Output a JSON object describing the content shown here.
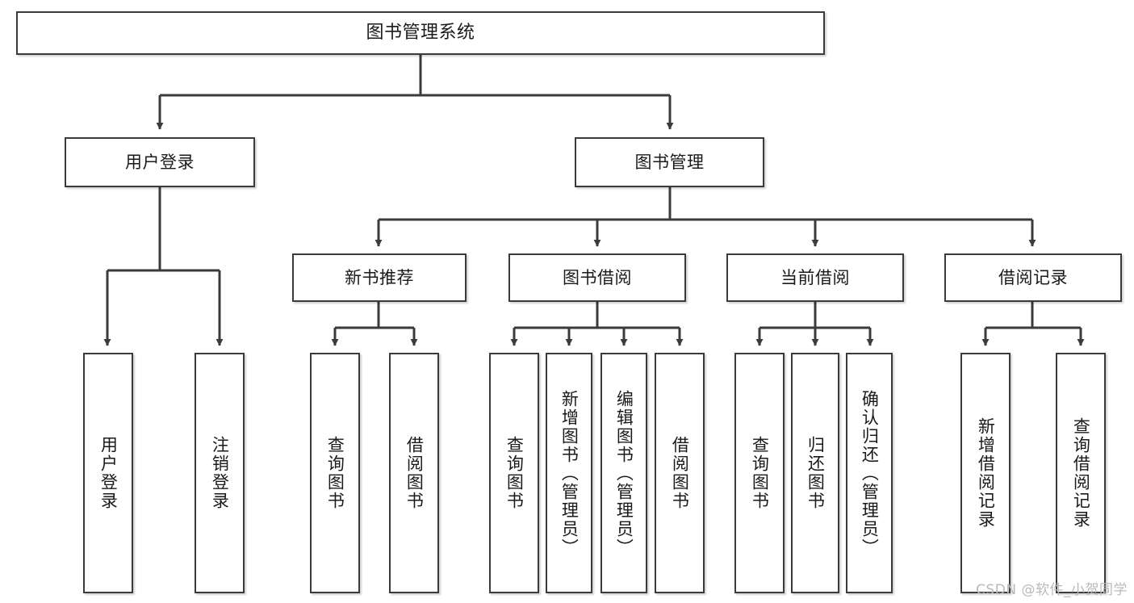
{
  "diagram": {
    "title": "图书管理系统",
    "type": "tree-hierarchy",
    "watermark": "CSDN @软件_小贺同学",
    "colors": {
      "background": "#ffffff",
      "node_fill": "#ffffff",
      "node_border": "#3b3b3b",
      "connector": "#3b3b3b",
      "text": "#1a1a1a",
      "watermark": "#b9b9b9"
    },
    "levels": [
      {
        "level": 1,
        "nodes": [
          {
            "id": "root",
            "label": "图书管理系统",
            "orientation": "horizontal"
          }
        ]
      },
      {
        "level": 2,
        "nodes": [
          {
            "id": "user-login",
            "label": "用户登录",
            "orientation": "horizontal",
            "parent": "root"
          },
          {
            "id": "book-manage",
            "label": "图书管理",
            "orientation": "horizontal",
            "parent": "root"
          }
        ]
      },
      {
        "level": 3,
        "nodes": [
          {
            "id": "new-book-rec",
            "label": "新书推荐",
            "orientation": "horizontal",
            "parent": "book-manage"
          },
          {
            "id": "book-borrow",
            "label": "图书借阅",
            "orientation": "horizontal",
            "parent": "book-manage"
          },
          {
            "id": "current-borrow",
            "label": "当前借阅",
            "orientation": "horizontal",
            "parent": "book-manage"
          },
          {
            "id": "borrow-record",
            "label": "借阅记录",
            "orientation": "horizontal",
            "parent": "book-manage"
          }
        ]
      },
      {
        "level": 4,
        "nodes": [
          {
            "id": "leaf-user-login",
            "label": "用户登录",
            "orientation": "vertical",
            "parent": "user-login"
          },
          {
            "id": "leaf-logout",
            "label": "注销登录",
            "orientation": "vertical",
            "parent": "user-login"
          },
          {
            "id": "leaf-query-book-1",
            "label": "查询图书",
            "orientation": "vertical",
            "parent": "new-book-rec"
          },
          {
            "id": "leaf-borrow-book-1",
            "label": "借阅图书",
            "orientation": "vertical",
            "parent": "new-book-rec"
          },
          {
            "id": "leaf-query-book-2",
            "label": "查询图书",
            "orientation": "vertical",
            "parent": "book-borrow"
          },
          {
            "id": "leaf-add-book",
            "label": "新增图书（管理员）",
            "orientation": "vertical",
            "parent": "book-borrow"
          },
          {
            "id": "leaf-edit-book",
            "label": "编辑图书（管理员）",
            "orientation": "vertical",
            "parent": "book-borrow"
          },
          {
            "id": "leaf-borrow-book-2",
            "label": "借阅图书",
            "orientation": "vertical",
            "parent": "book-borrow"
          },
          {
            "id": "leaf-query-book-3",
            "label": "查询图书",
            "orientation": "vertical",
            "parent": "current-borrow"
          },
          {
            "id": "leaf-return-book",
            "label": "归还图书",
            "orientation": "vertical",
            "parent": "current-borrow"
          },
          {
            "id": "leaf-confirm-return",
            "label": "确认归还（管理员）",
            "orientation": "vertical",
            "parent": "current-borrow"
          },
          {
            "id": "leaf-add-record",
            "label": "新增借阅记录",
            "orientation": "vertical",
            "parent": "borrow-record"
          },
          {
            "id": "leaf-query-record",
            "label": "查询借阅记录",
            "orientation": "vertical",
            "parent": "borrow-record"
          }
        ]
      }
    ]
  }
}
